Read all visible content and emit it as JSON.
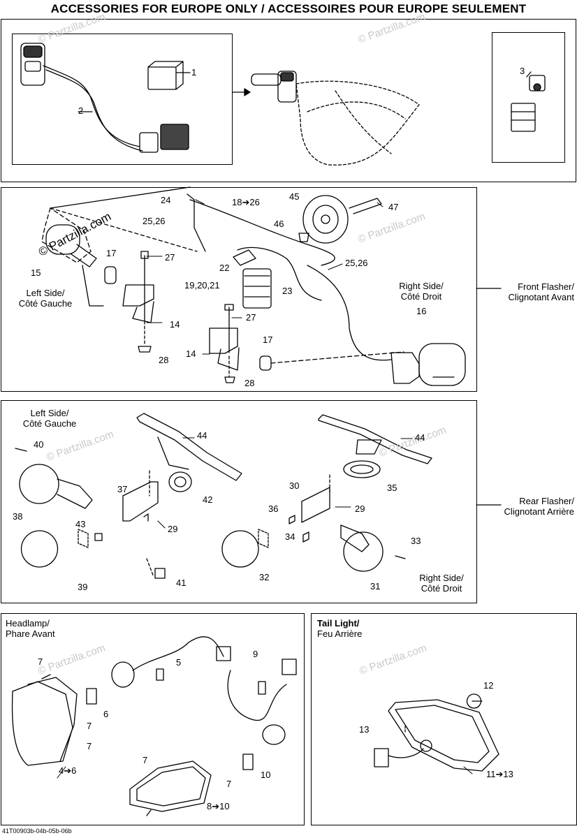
{
  "title": "ACCESSORIES FOR EUROPE ONLY / ACCESSOIRES POUR EUROPE SEULEMENT",
  "watermark": "© Partzilla.com",
  "footer_code": "41T00903b-04b-05b-06b",
  "section_top": {
    "callouts": [
      "1",
      "2",
      "3"
    ]
  },
  "front_flasher": {
    "label_line1": "Front Flasher/",
    "label_line2": "Clignotant Avant",
    "left_side_line1": "Left Side/",
    "left_side_line2": "Côté Gauche",
    "right_side_line1": "Right Side/",
    "right_side_line2": "Côté Droit",
    "callouts": [
      "24",
      "18➔26",
      "45",
      "47",
      "25,26",
      "46",
      "17",
      "27",
      "15",
      "22",
      "25,26",
      "19,20,21",
      "23",
      "14",
      "27",
      "28",
      "17",
      "14",
      "28",
      "16"
    ]
  },
  "rear_flasher": {
    "label_line1": "Rear Flasher/",
    "label_line2": "Clignotant Arrière",
    "left_side_line1": "Left Side/",
    "left_side_line2": "Côté Gauche",
    "right_side_line1": "Right Side/",
    "right_side_line2": "Côté Droit",
    "callouts": [
      "40",
      "44",
      "44",
      "37",
      "42",
      "30",
      "35",
      "38",
      "36",
      "29",
      "43",
      "29",
      "34",
      "33",
      "39",
      "41",
      "32",
      "31"
    ]
  },
  "headlamp": {
    "label_line1": "Headlamp/",
    "label_line2": "Phare Avant",
    "callouts": [
      "7",
      "5",
      "9",
      "6",
      "7",
      "7",
      "4➔6",
      "7",
      "7",
      "10",
      "8➔10"
    ]
  },
  "tail_light": {
    "label_line1": "Tail Light/",
    "label_line2": "Feu Arrière",
    "callouts": [
      "12",
      "13",
      "11➔13"
    ]
  }
}
